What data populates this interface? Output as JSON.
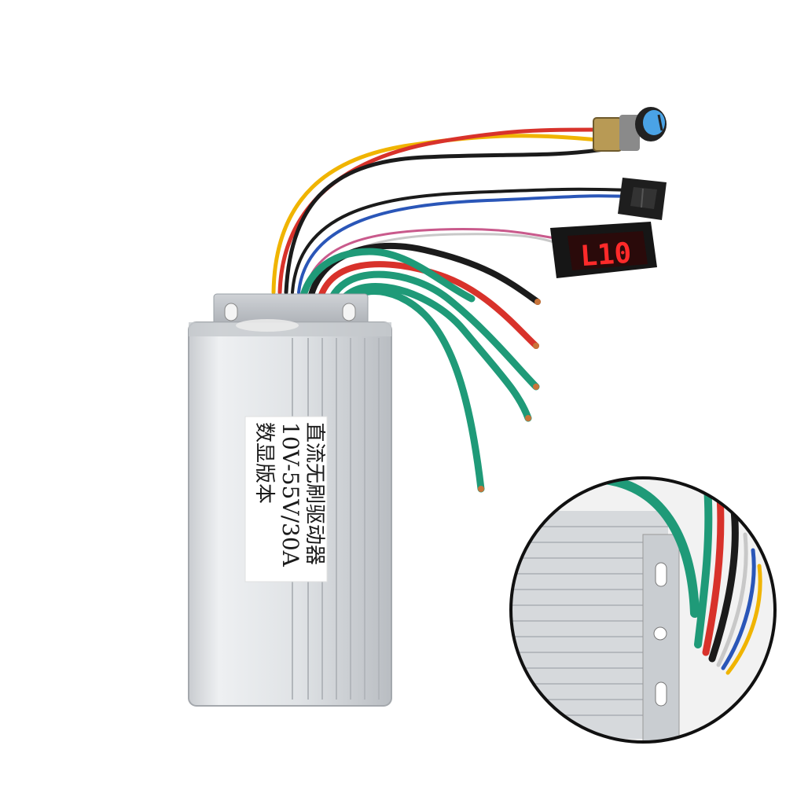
{
  "product": {
    "label_line1": "直流无刷驱动器",
    "label_line2": "10V-55V/30A",
    "label_line3": "数显版本"
  },
  "display": {
    "reading": "L10"
  },
  "colors": {
    "housing": "#d9dcdf",
    "wire_green": "#1f9a78",
    "wire_red": "#d8322b",
    "wire_black": "#1b1b1b",
    "wire_yellow": "#f0b400",
    "wire_blue": "#2a56b8",
    "knob_blue": "#4aa3e6",
    "led_red": "#ff2a2a"
  },
  "icons": [
    "potentiometer-icon",
    "rocker-switch-icon",
    "digital-display-icon",
    "zoom-inset-icon"
  ]
}
